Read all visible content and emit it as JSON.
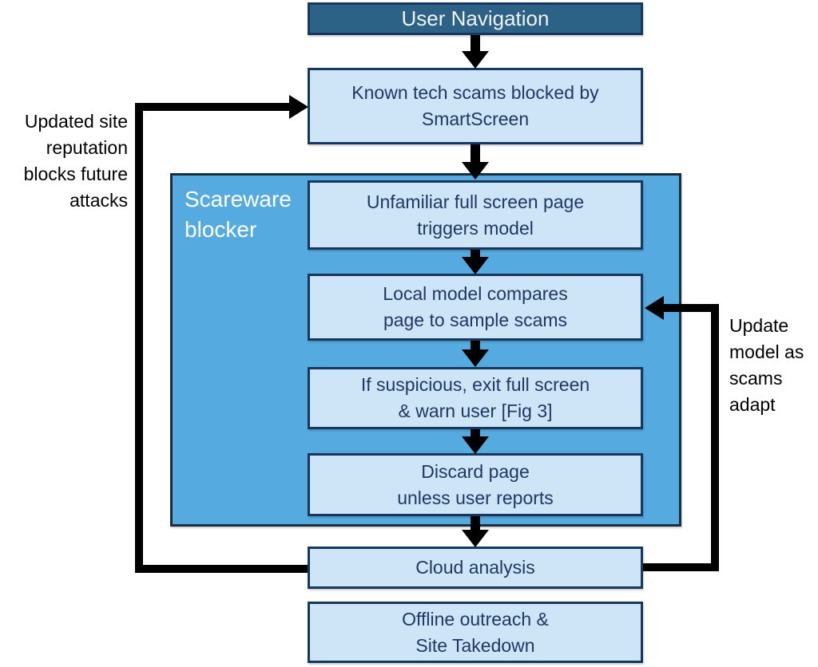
{
  "colors": {
    "background": "#FFFFFF",
    "header_fill": "#2B6286",
    "header_text": "#F2F2F2",
    "container_fill": "#55ABDF",
    "container_border": "#1A2E3E",
    "node_fill": "#CDE5F6",
    "node_border": "#17375E",
    "node_text": "#1F3864",
    "arrow": "#000000",
    "note_text": "#000000"
  },
  "nodes": {
    "user_nav": {
      "lines": [
        "User Navigation"
      ]
    },
    "smartscreen": {
      "lines": [
        "Known tech scams blocked by",
        "SmartScreen"
      ]
    },
    "container_label": {
      "lines": [
        "Scareware",
        "blocker"
      ]
    },
    "trigger": {
      "lines": [
        "Unfamiliar full screen page",
        "triggers model"
      ]
    },
    "local_model": {
      "lines": [
        "Local model compares",
        "page to sample scams"
      ]
    },
    "warn": {
      "lines": [
        "If suspicious, exit full screen",
        "& warn user [Fig 3]"
      ]
    },
    "discard": {
      "lines": [
        "Discard page",
        "unless user reports"
      ]
    },
    "cloud": {
      "lines": [
        "Cloud analysis"
      ]
    },
    "offline": {
      "lines": [
        "Offline outreach &",
        "Site Takedown"
      ]
    }
  },
  "notes": {
    "left": {
      "lines": [
        "Updated site",
        "reputation",
        "blocks future",
        "attacks"
      ]
    },
    "right": {
      "lines": [
        "Update",
        "model as",
        "scams",
        "adapt"
      ]
    }
  }
}
